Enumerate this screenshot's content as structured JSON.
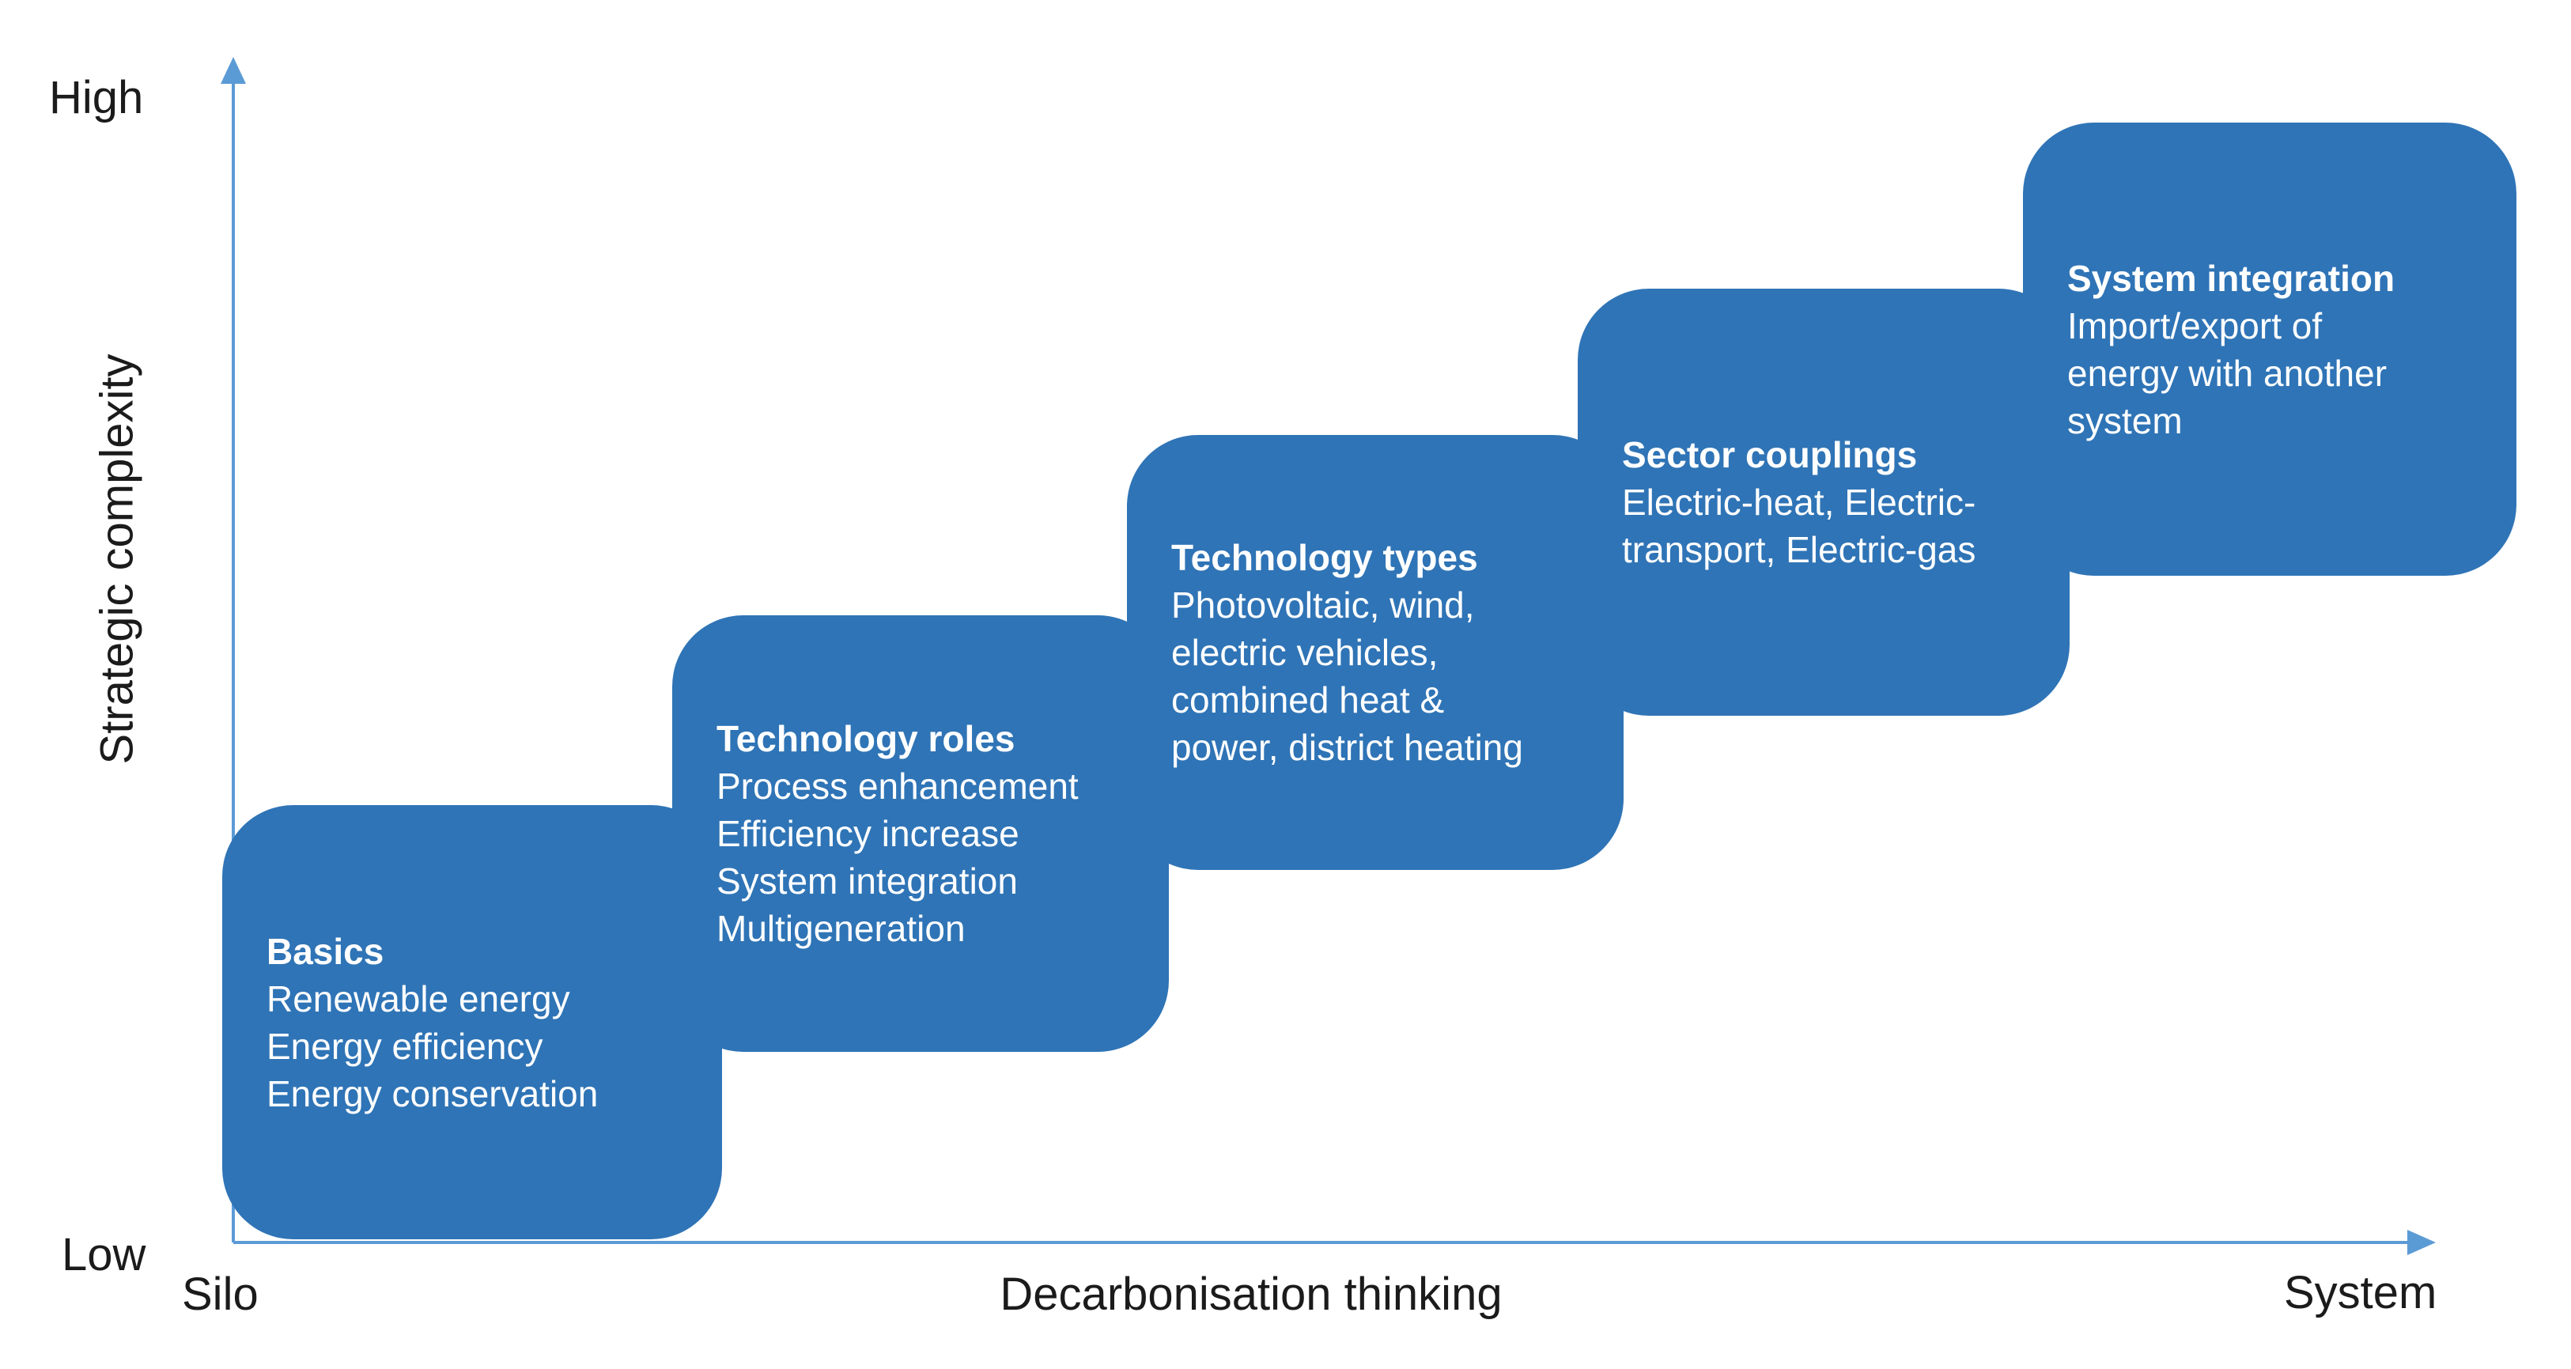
{
  "diagram": {
    "y_axis": {
      "label": "Strategic complexity",
      "top_label": "High",
      "bottom_label": "Low"
    },
    "x_axis": {
      "label": "Decarbonisation thinking",
      "left_label": "Silo",
      "right_label": "System"
    },
    "colors": {
      "box_fill": "#2F74B6",
      "axis_line": "#5B9BD5",
      "box_text": "#FFFFFF",
      "label_text": "#1B1B1B"
    },
    "steps": [
      {
        "title": "Basics",
        "lines": [
          "Renewable energy",
          "Energy efficiency",
          "Energy conservation"
        ]
      },
      {
        "title": "Technology roles",
        "lines": [
          "Process enhancement",
          "Efficiency increase",
          "System integration",
          "Multigeneration"
        ]
      },
      {
        "title": "Technology types",
        "lines": [
          "Photovoltaic, wind,",
          "electric vehicles,",
          "combined heat &",
          "power, district heating"
        ]
      },
      {
        "title": "Sector couplings",
        "lines": [
          "Electric-heat, Electric-",
          "transport, Electric-gas"
        ]
      },
      {
        "title": "System integration",
        "lines": [
          "Import/export of",
          "energy with another",
          "system"
        ]
      }
    ]
  }
}
